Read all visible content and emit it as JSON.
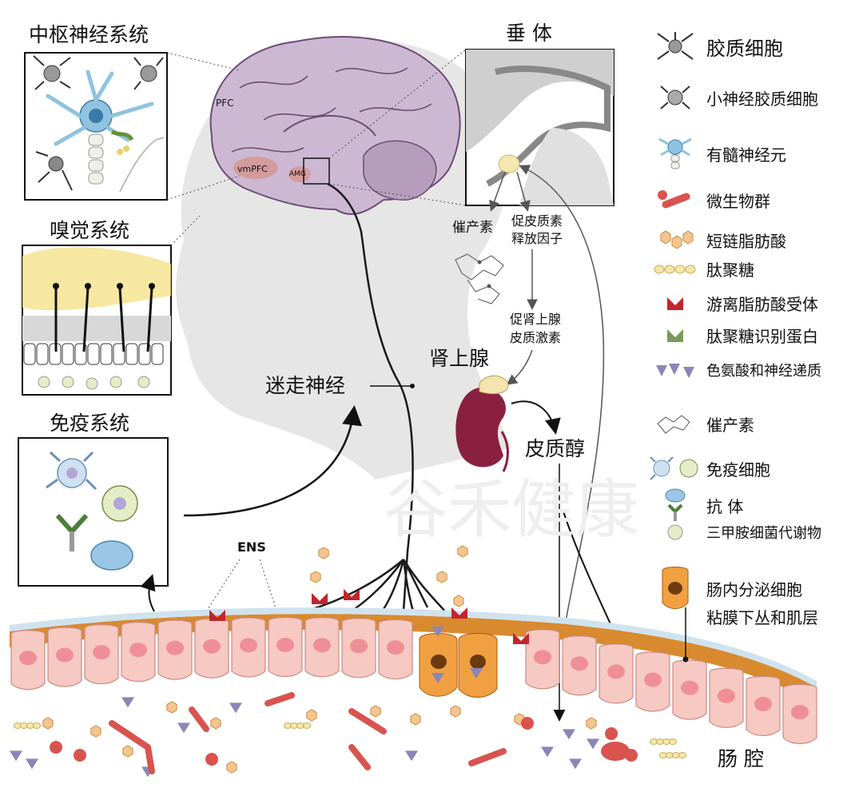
{
  "panels": {
    "cns_title": "中枢神经系统",
    "olfactory_title": "嗅觉系统",
    "immune_title": "免疫系统",
    "pituitary_title": "垂 体"
  },
  "brain_labels": {
    "pfc": "PFC",
    "vmpfc": "vmPFC",
    "amg": "AMG"
  },
  "pathway": {
    "prolactin": "催产素",
    "crf_line1": "促皮质素",
    "crf_line2": "释放因子",
    "acth_line1": "促肾上腺",
    "acth_line2": "皮质激素",
    "adrenal": "肾上腺",
    "cortisol": "皮质醇",
    "vagus": "迷走神经",
    "ens": "ENS",
    "lumen": "肠 腔"
  },
  "watermark": "谷禾健康",
  "legend": [
    {
      "icon": "astrocyte-icon",
      "label": "胶质细胞"
    },
    {
      "icon": "microglia-icon",
      "label": "小神经胶质细胞"
    },
    {
      "icon": "myelinated-neuron-icon",
      "label": "有髓神经元"
    },
    {
      "icon": "microbiota-icon",
      "label": "微生物群"
    },
    {
      "icon": "scfa-icon",
      "label": "短链脂肪酸"
    },
    {
      "icon": "peptidoglycan-icon",
      "label": "肽聚糖"
    },
    {
      "icon": "ffar-receptor-icon",
      "label": "游离脂肪酸受体"
    },
    {
      "icon": "pgrp-icon",
      "label": "肽聚糖识别蛋白"
    },
    {
      "icon": "tryptophan-icon",
      "label": "色氨酸和神经递质"
    },
    {
      "icon": "oxytocin-molecule-icon",
      "label": "催产素"
    },
    {
      "icon": "immune-cell-icon",
      "label": "免疫细胞"
    },
    {
      "icon": "antibody-icon",
      "label": "抗 体"
    },
    {
      "icon": "tma-icon",
      "label": "三甲胺细菌代谢物"
    },
    {
      "icon": "enteroendocrine-icon",
      "label": "肠内分泌细胞"
    },
    {
      "icon": "submucosal-icon",
      "label": "粘膜下丛和肌层"
    }
  ],
  "colors": {
    "brain": "#cdb8d3",
    "neuron": "#8fc3df",
    "kidney": "#8a2040",
    "adrenal": "#f4e4b0",
    "epithelium": "#f6c9c2",
    "epithelium_nucleus": "#ef8f95",
    "muscle_layer": "#d98a2e",
    "enteroendocrine": "#f0a040",
    "scfa": "#f5c58f",
    "receptor": "#c0262c",
    "tryptophan": "#8a86b8",
    "bacteria": "#d9534f"
  }
}
